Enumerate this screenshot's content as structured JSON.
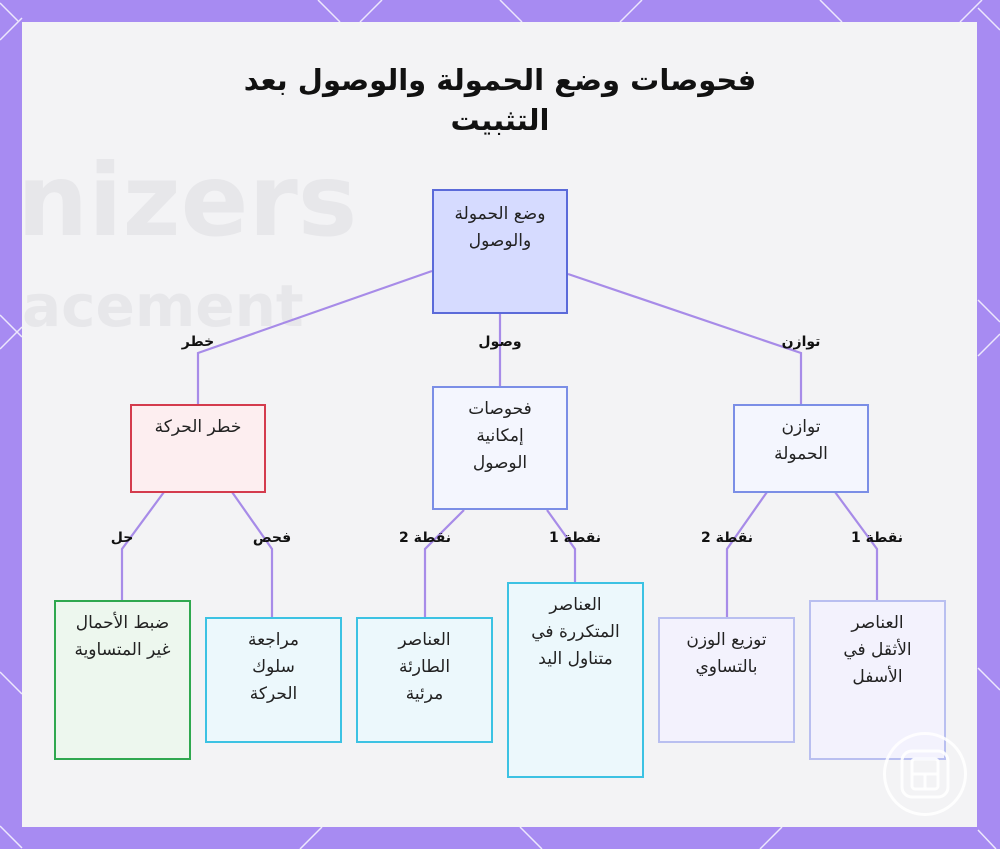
{
  "title": "فحوصات وضع الحمولة والوصول بعد التثبيت",
  "watermark": {
    "line1": "nizers",
    "line2": "acement"
  },
  "nodes": {
    "root": "وضع الحمولة والوصول",
    "risk": "خطر الحركة",
    "access": "فحوصات إمكانية الوصول",
    "balance": "توازن الحمولة",
    "secure": "ضبط الأحمال غير المتساوية",
    "review": "مراجعة سلوك الحركة",
    "emergency": "العناصر الطارئة مرئية",
    "frequent": "العناصر المتكررة في متناول اليد",
    "distribute": "توزيع الوزن بالتساوي",
    "heavy": "العناصر الأثقل في الأسفل"
  },
  "edge_labels": {
    "root_risk": "خطر",
    "root_access": "وصول",
    "root_balance": "توازن",
    "risk_secure": "حل",
    "risk_review": "فحص",
    "access_emergency": "نقطة 2",
    "access_frequent": "نقطة 1",
    "balance_distribute": "نقطة 2",
    "balance_heavy": "نقطة 1"
  },
  "colors": {
    "frame": "#a78bf2",
    "edge": "#a78be8",
    "root_fill": "#d6dbff",
    "root_border": "#5b6ad9",
    "risk_fill": "#fdeef0",
    "risk_border": "#d43b4d",
    "blue_fill": "#f4f6fe",
    "blue_border": "#7b8ee6",
    "green_fill": "#edf7ee",
    "green_border": "#2fa84f",
    "cyan_fill": "#ecf8fc",
    "cyan_border": "#3cc2e3",
    "lav_fill": "#f3f2fd",
    "lav_border": "#b9bff0"
  },
  "icons": {
    "logo": "grid-logo-icon"
  }
}
